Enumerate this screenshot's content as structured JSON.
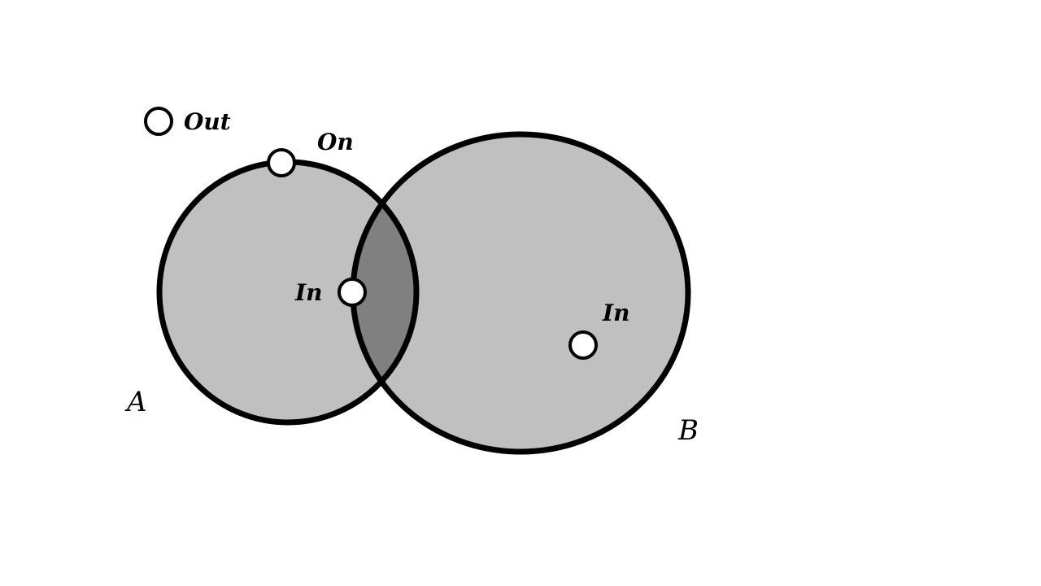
{
  "colors": {
    "background": "#ffffff",
    "region_fill": "#c0c0c0",
    "intersection_fill": "#808080",
    "outline": "#000000",
    "point_fill": "#ffffff"
  },
  "sets": {
    "a": {
      "label": "A"
    },
    "b": {
      "label": "B"
    }
  },
  "points": {
    "out": {
      "label": "Out"
    },
    "on": {
      "label": "On"
    },
    "in_boundary": {
      "label": "In"
    },
    "in_b": {
      "label": "In"
    }
  }
}
